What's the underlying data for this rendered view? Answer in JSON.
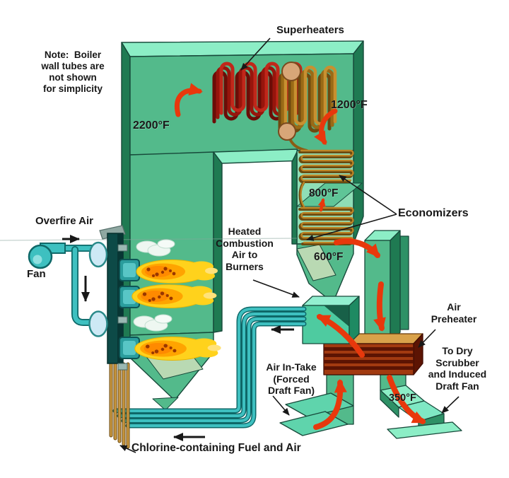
{
  "note": "Note:  Boiler\nwall tubes are\nnot shown\nfor simplicity",
  "labels": {
    "superheaters": "Superheaters",
    "economizers": "Economizers",
    "overfire_air": "Overfire Air",
    "fan": "Fan",
    "heated_combustion_air": "Heated\nCombustion\nAir to\nBurners",
    "air_intake": "Air In-Take\n(Forced\nDraft Fan)",
    "air_preheater": "Air\nPreheater",
    "to_dry_scrubber": "To Dry\nScrubber\nand Induced\nDraft Fan",
    "chlorine_fuel": "Chlorine-containing Fuel and Air"
  },
  "temperatures": {
    "furnace": "2200°F",
    "superheater_outlet": "1200°F",
    "economizer_mid": "800°F",
    "economizer_outlet": "600°F",
    "preheater_outlet": "350°F"
  },
  "colors": {
    "boiler_front": "#53ba8b",
    "boiler_top": "#8ceec6",
    "boiler_side": "#1f7a52",
    "superheater_coil": "#a01810",
    "economizer_coil": "#bd8526",
    "air_pipe_teal": "#3ec0c0",
    "fuel_pipe_tan": "#c8973f",
    "preheater_box": "#a23a10",
    "flow_arrow_red": "#e8380c",
    "flame_outer": "#ffd21c",
    "flame_core": "#ff9d00"
  }
}
